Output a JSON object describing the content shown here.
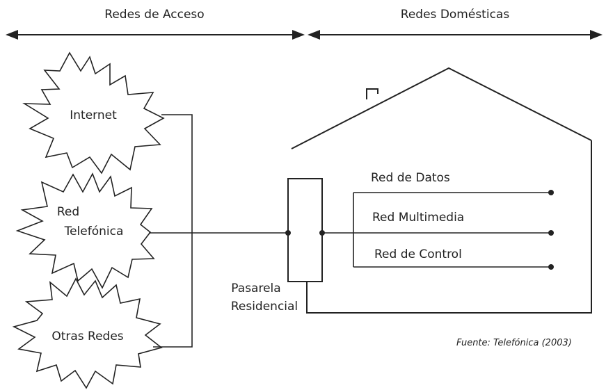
{
  "sections": {
    "access": "Redes de Acceso",
    "home": "Redes Domésticas"
  },
  "networks": {
    "internet": "Internet",
    "telephone_line1": "Red",
    "telephone_line2": "Telefónica",
    "other": "Otras Redes"
  },
  "gateway": {
    "line1": "Pasarela",
    "line2": "Residencial"
  },
  "home_networks": {
    "data": "Red de Datos",
    "multimedia": "Red Multimedia",
    "control": "Red de Control"
  },
  "source": "Fuente: Telefónica (2003)",
  "colors": {
    "ink": "#222222",
    "background": "#ffffff"
  }
}
